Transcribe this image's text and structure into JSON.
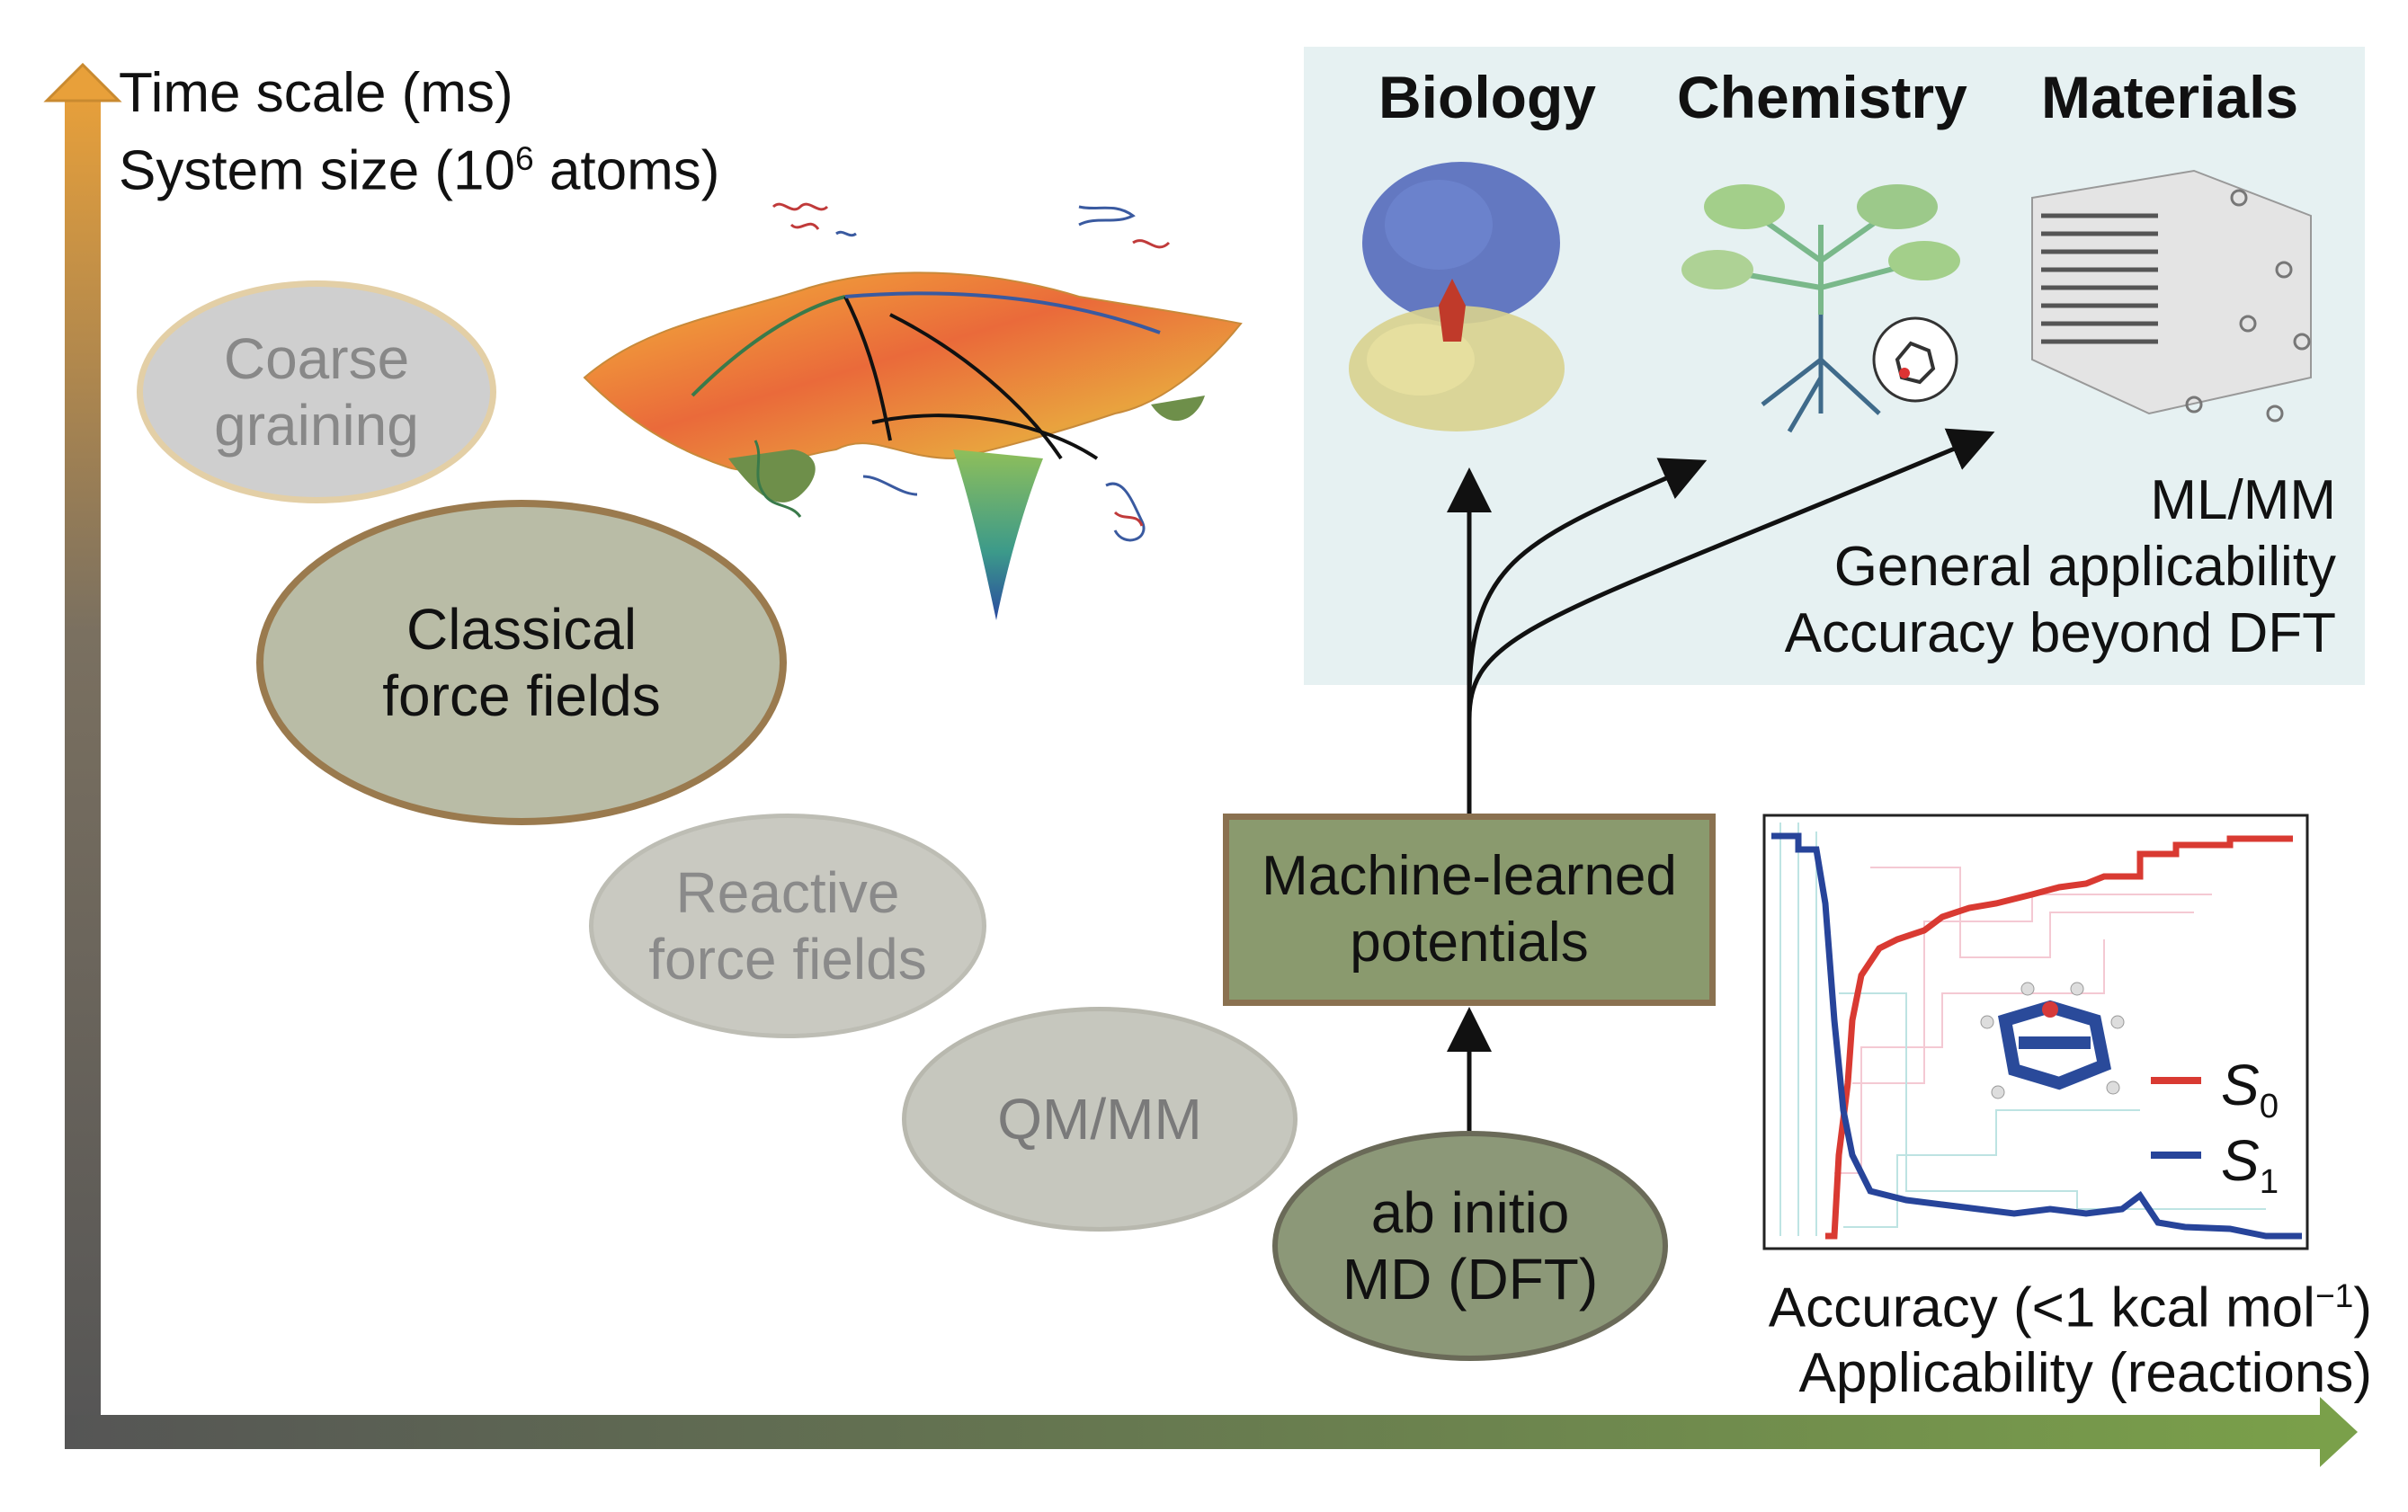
{
  "y_axis": {
    "label_line1": "Time scale (ms)",
    "label_line2_prefix": "System size (10",
    "label_line2_sup": "6",
    "label_line2_suffix": " atoms)"
  },
  "methods": [
    {
      "line1": "Coarse",
      "line2": "graining"
    },
    {
      "line1": "Classical",
      "line2": "force fields"
    },
    {
      "line1": "Reactive",
      "line2": "force fields"
    },
    {
      "line1": "QM/MM",
      "line2": ""
    },
    {
      "line1": "ab initio",
      "line2": "MD (DFT)"
    }
  ],
  "ml_box": {
    "line1": "Machine-learned",
    "line2": "potentials"
  },
  "applications": {
    "headers": [
      "Biology",
      "Chemistry",
      "Materials"
    ],
    "notes": [
      "ML/MM",
      "General applicability",
      "Accuracy beyond DFT"
    ]
  },
  "x_axis": {
    "label_line1_prefix": "Accuracy (<1 kcal mol",
    "label_line1_sup": "−1",
    "label_line1_suffix": ")",
    "label_line2": "Applicability (reactions)"
  },
  "inset_legend": [
    {
      "symbol": "S",
      "subscript": "0",
      "color": "#d93a32"
    },
    {
      "symbol": "S",
      "subscript": "1",
      "color": "#27449a"
    }
  ],
  "colors": {
    "y_axis_arrow": "#e8a03a",
    "x_axis_arrow": "#7aa04a",
    "panel_bg": "#e8f2f2",
    "ml_box_fill": "#8a9a6e"
  }
}
